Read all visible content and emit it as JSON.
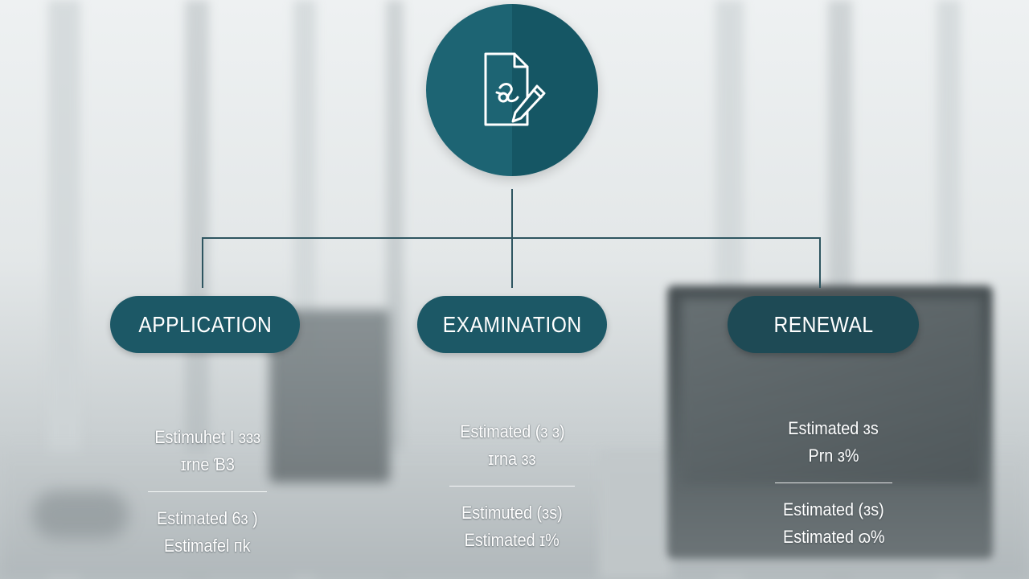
{
  "diagram": {
    "root_icon": "document-edit-icon",
    "accent_color": "#1d6473",
    "branches": [
      {
        "label": "APPLICATION",
        "estimates_top": [
          "Estimuhet I ɜɜɜ",
          "ɪrne Ɓ3"
        ],
        "estimates_bottom": [
          "Estimated 6ɜ )",
          "Estimafel ᴨk"
        ]
      },
      {
        "label": "EXAMINATION",
        "estimates_top": [
          "Estimated (ɜ ɜ)",
          "ɪrna ɜɜ"
        ],
        "estimates_bottom": [
          "Estimuted (ɜs)",
          "Estimated ɪ%"
        ]
      },
      {
        "label": "RENEWAL",
        "estimates_top": [
          "Estimated ɜs",
          "Prn ɜ%"
        ],
        "estimates_bottom": [
          "Estimated (ɜs)",
          "Estimated ɷ%"
        ]
      }
    ]
  }
}
